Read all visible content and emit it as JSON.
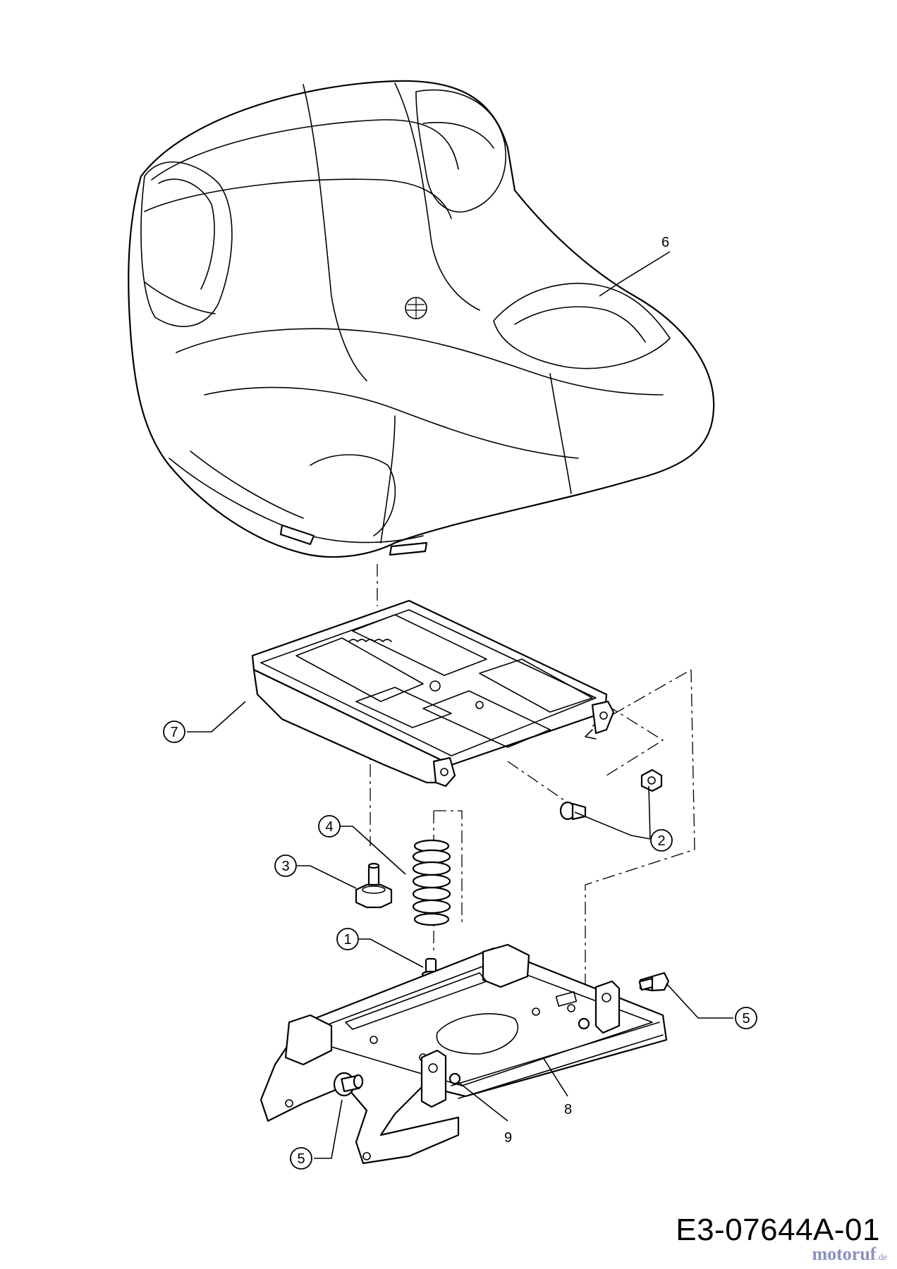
{
  "drawing_code": "E3-07644A-01",
  "watermark": {
    "brand": "motoruf",
    "suffix": ".de",
    "color": "#8a8fc7"
  },
  "callouts": {
    "c1": "1",
    "c2": "2",
    "c3": "3",
    "c4": "4",
    "c5a": "5",
    "c5b": "5",
    "c6": "6",
    "c7": "7",
    "c8": "8",
    "c9": "9"
  }
}
